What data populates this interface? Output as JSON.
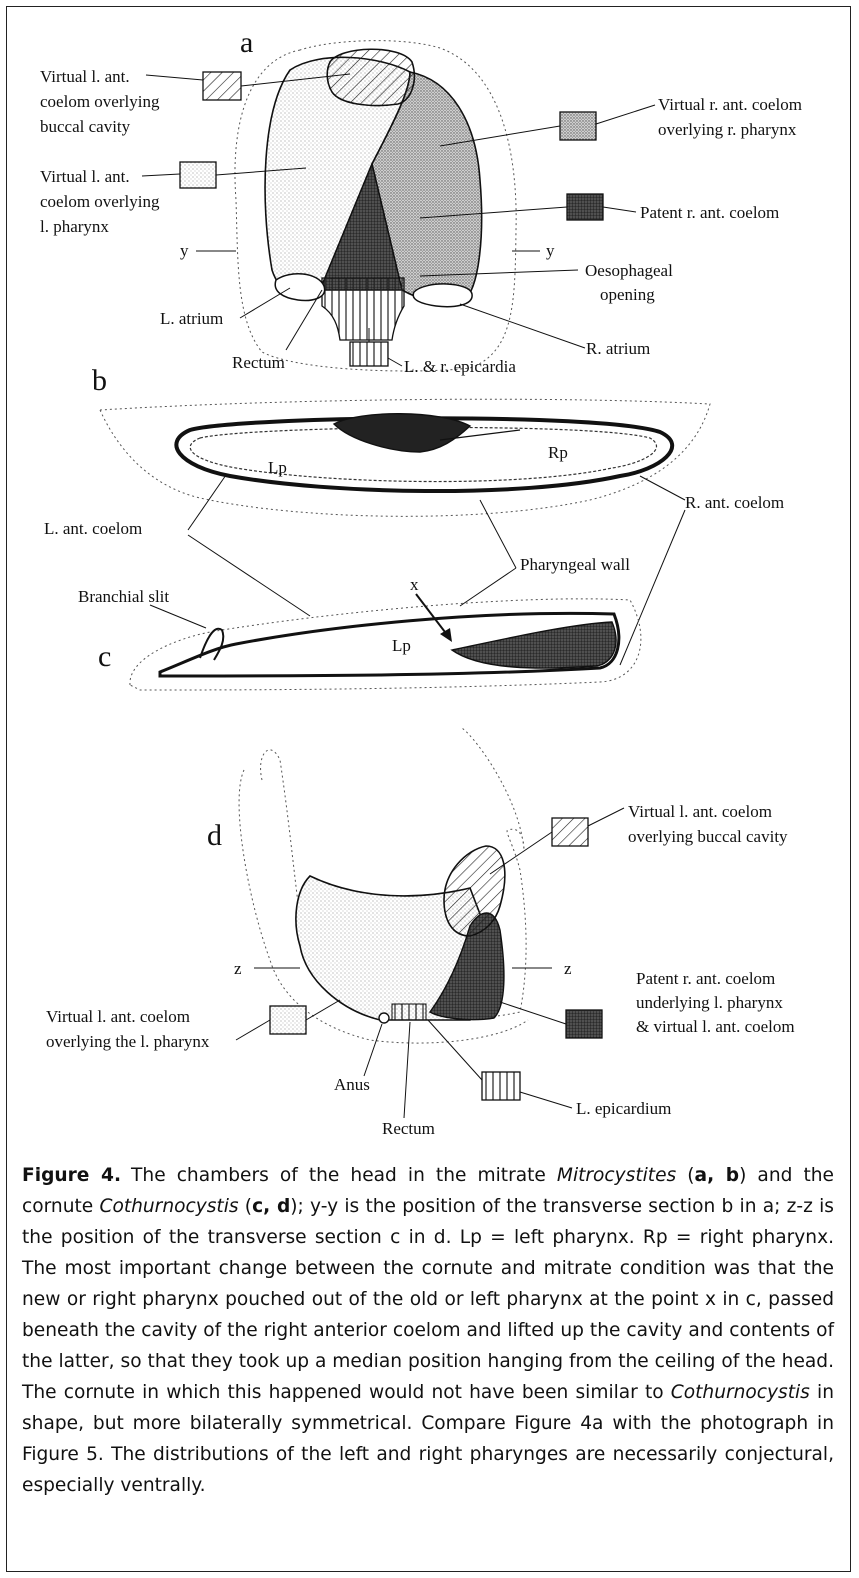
{
  "panels": {
    "a": {
      "letter": "a",
      "labels": {
        "virtual_l_buccal": [
          "Virtual l. ant.",
          "coelom overlying",
          "buccal cavity"
        ],
        "virtual_l_pharynx": [
          "Virtual l. ant.",
          "coelom overlying",
          "l. pharynx"
        ],
        "virtual_r_pharynx": [
          "Virtual r. ant. coelom",
          "overlying r. pharynx"
        ],
        "patent_r": "Patent r. ant. coelom",
        "y_left": "y",
        "y_right": "y",
        "oesophageal": [
          "Oesophageal",
          "opening"
        ],
        "l_atrium": "L. atrium",
        "rectum": "Rectum",
        "r_atrium": "R. atrium",
        "epicardia": "L. & r. epicardia"
      }
    },
    "b": {
      "letter": "b",
      "labels": {
        "lp": "Lp",
        "rp": "Rp",
        "r_ant_coelom": "R. ant. coelom",
        "l_ant_coelom": "L. ant. coelom",
        "pharyngeal_wall": "Pharyngeal wall"
      }
    },
    "c": {
      "letter": "c",
      "labels": {
        "branchial_slit": "Branchial slit",
        "x": "x",
        "lp": "Lp"
      }
    },
    "d": {
      "letter": "d",
      "labels": {
        "virtual_l_buccal": [
          "Virtual l. ant. coelom",
          "overlying buccal cavity"
        ],
        "z_left": "z",
        "z_right": "z",
        "patent_r": [
          "Patent r. ant. coelom",
          "underlying l. pharynx",
          "& virtual l. ant. coelom"
        ],
        "virtual_l_pharynx": [
          "Virtual l. ant. coelom",
          "overlying the l. pharynx"
        ],
        "anus": "Anus",
        "rectum": "Rectum",
        "l_epicardium": "L. epicardium"
      }
    }
  },
  "caption": {
    "title": "Figure 4.",
    "segments": [
      {
        "t": "The chambers of the head in the mitrate "
      },
      {
        "t": "Mitrocystites",
        "i": true
      },
      {
        "t": " ("
      },
      {
        "t": "a, b",
        "b": true
      },
      {
        "t": ") and the cornute "
      },
      {
        "t": "Cothurnocystis",
        "i": true
      },
      {
        "t": " ("
      },
      {
        "t": "c, d",
        "b": true
      },
      {
        "t": "); y-y is the position of the transverse section b in a; z-z is the position of the transverse section c in d. Lp = left pharynx. Rp = right pharynx. The most important change between the cornute and mitrate condition was that the new or right pharynx pouched out of the old or left pharynx at the point x in c, passed beneath the cavity of the right anterior coelom and lifted up the cavity and contents of the latter, so that they took up a median position hanging from the ceiling of the head. The cornute in which this happened would not have been similar to "
      },
      {
        "t": "Cothurnocystis",
        "i": true
      },
      {
        "t": " in shape, but more bilaterally symmetrical. Compare Figure 4a with the photograph in Figure 5. The distributions of the left and right pharynges are necessarily conjectural, especially ventrally."
      }
    ]
  }
}
